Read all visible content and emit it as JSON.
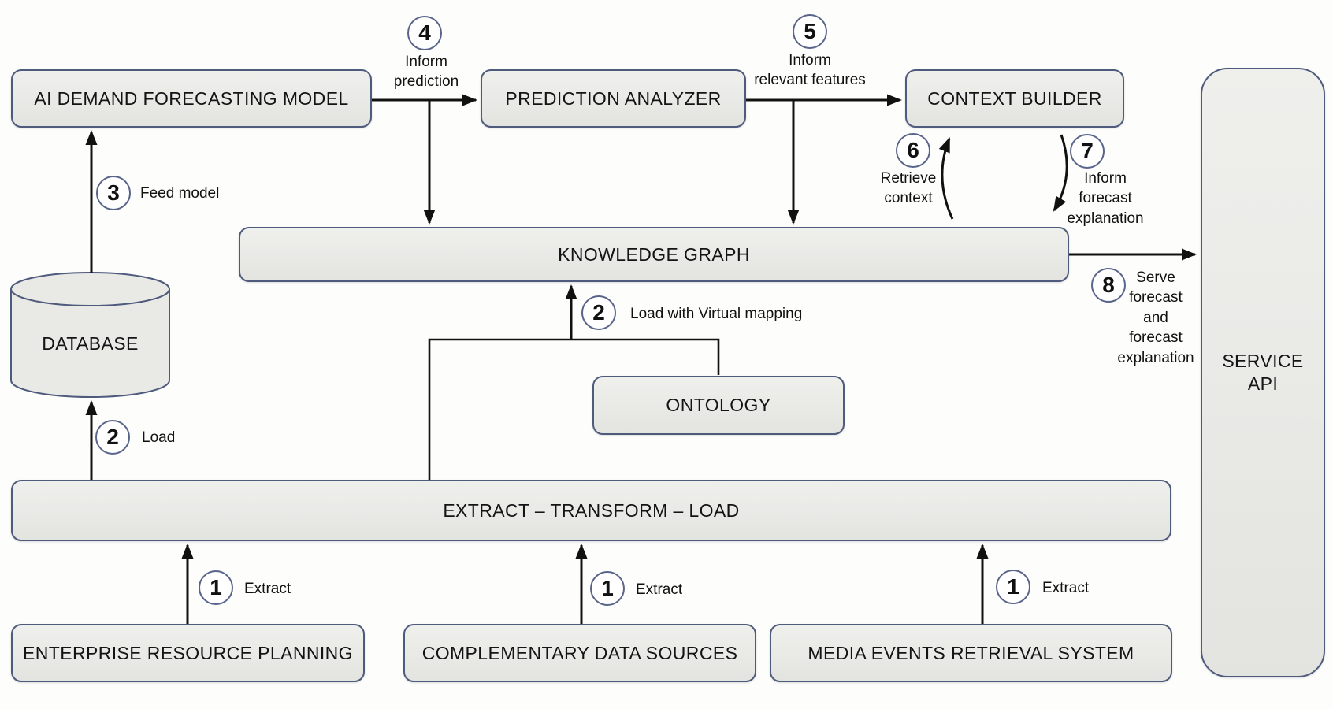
{
  "title": "AI demand forecasting architecture diagram",
  "colors": {
    "background": "#fdfdfb",
    "box_fill": "#e9e9e6",
    "box_border": "#4f5b7d",
    "arrow": "#111111"
  },
  "nodes": {
    "aidfm": "AI DEMAND FORECASTING MODEL",
    "prediction_analyzer": "PREDICTION ANALYZER",
    "context_builder": "CONTEXT BUILDER",
    "knowledge_graph": "KNOWLEDGE GRAPH",
    "database": "DATABASE",
    "ontology": "ONTOLOGY",
    "etl": "EXTRACT – TRANSFORM – LOAD",
    "erp": "ENTERPRISE RESOURCE PLANNING",
    "cds": "COMPLEMENTARY DATA SOURCES",
    "mers": "MEDIA EVENTS RETRIEVAL SYSTEM",
    "service_api": "SERVICE\nAPI"
  },
  "steps": {
    "extract_erp": {
      "num": "1",
      "label": "Extract"
    },
    "extract_cds": {
      "num": "1",
      "label": "Extract"
    },
    "extract_mers": {
      "num": "1",
      "label": "Extract"
    },
    "load_db": {
      "num": "2",
      "label": "Load"
    },
    "load_kg": {
      "num": "2",
      "label": "Load with Virtual mapping"
    },
    "feed_model": {
      "num": "3",
      "label": "Feed model"
    },
    "inform_prediction": {
      "num": "4",
      "label": "Inform\nprediction"
    },
    "inform_features": {
      "num": "5",
      "label": "Inform\nrelevant features"
    },
    "retrieve_context": {
      "num": "6",
      "label": "Retrieve\ncontext"
    },
    "inform_explanation": {
      "num": "7",
      "label": "Inform\nforecast\nexplanation"
    },
    "serve": {
      "num": "8",
      "label": "Serve\nforecast\nand\nforecast\nexplanation"
    }
  }
}
